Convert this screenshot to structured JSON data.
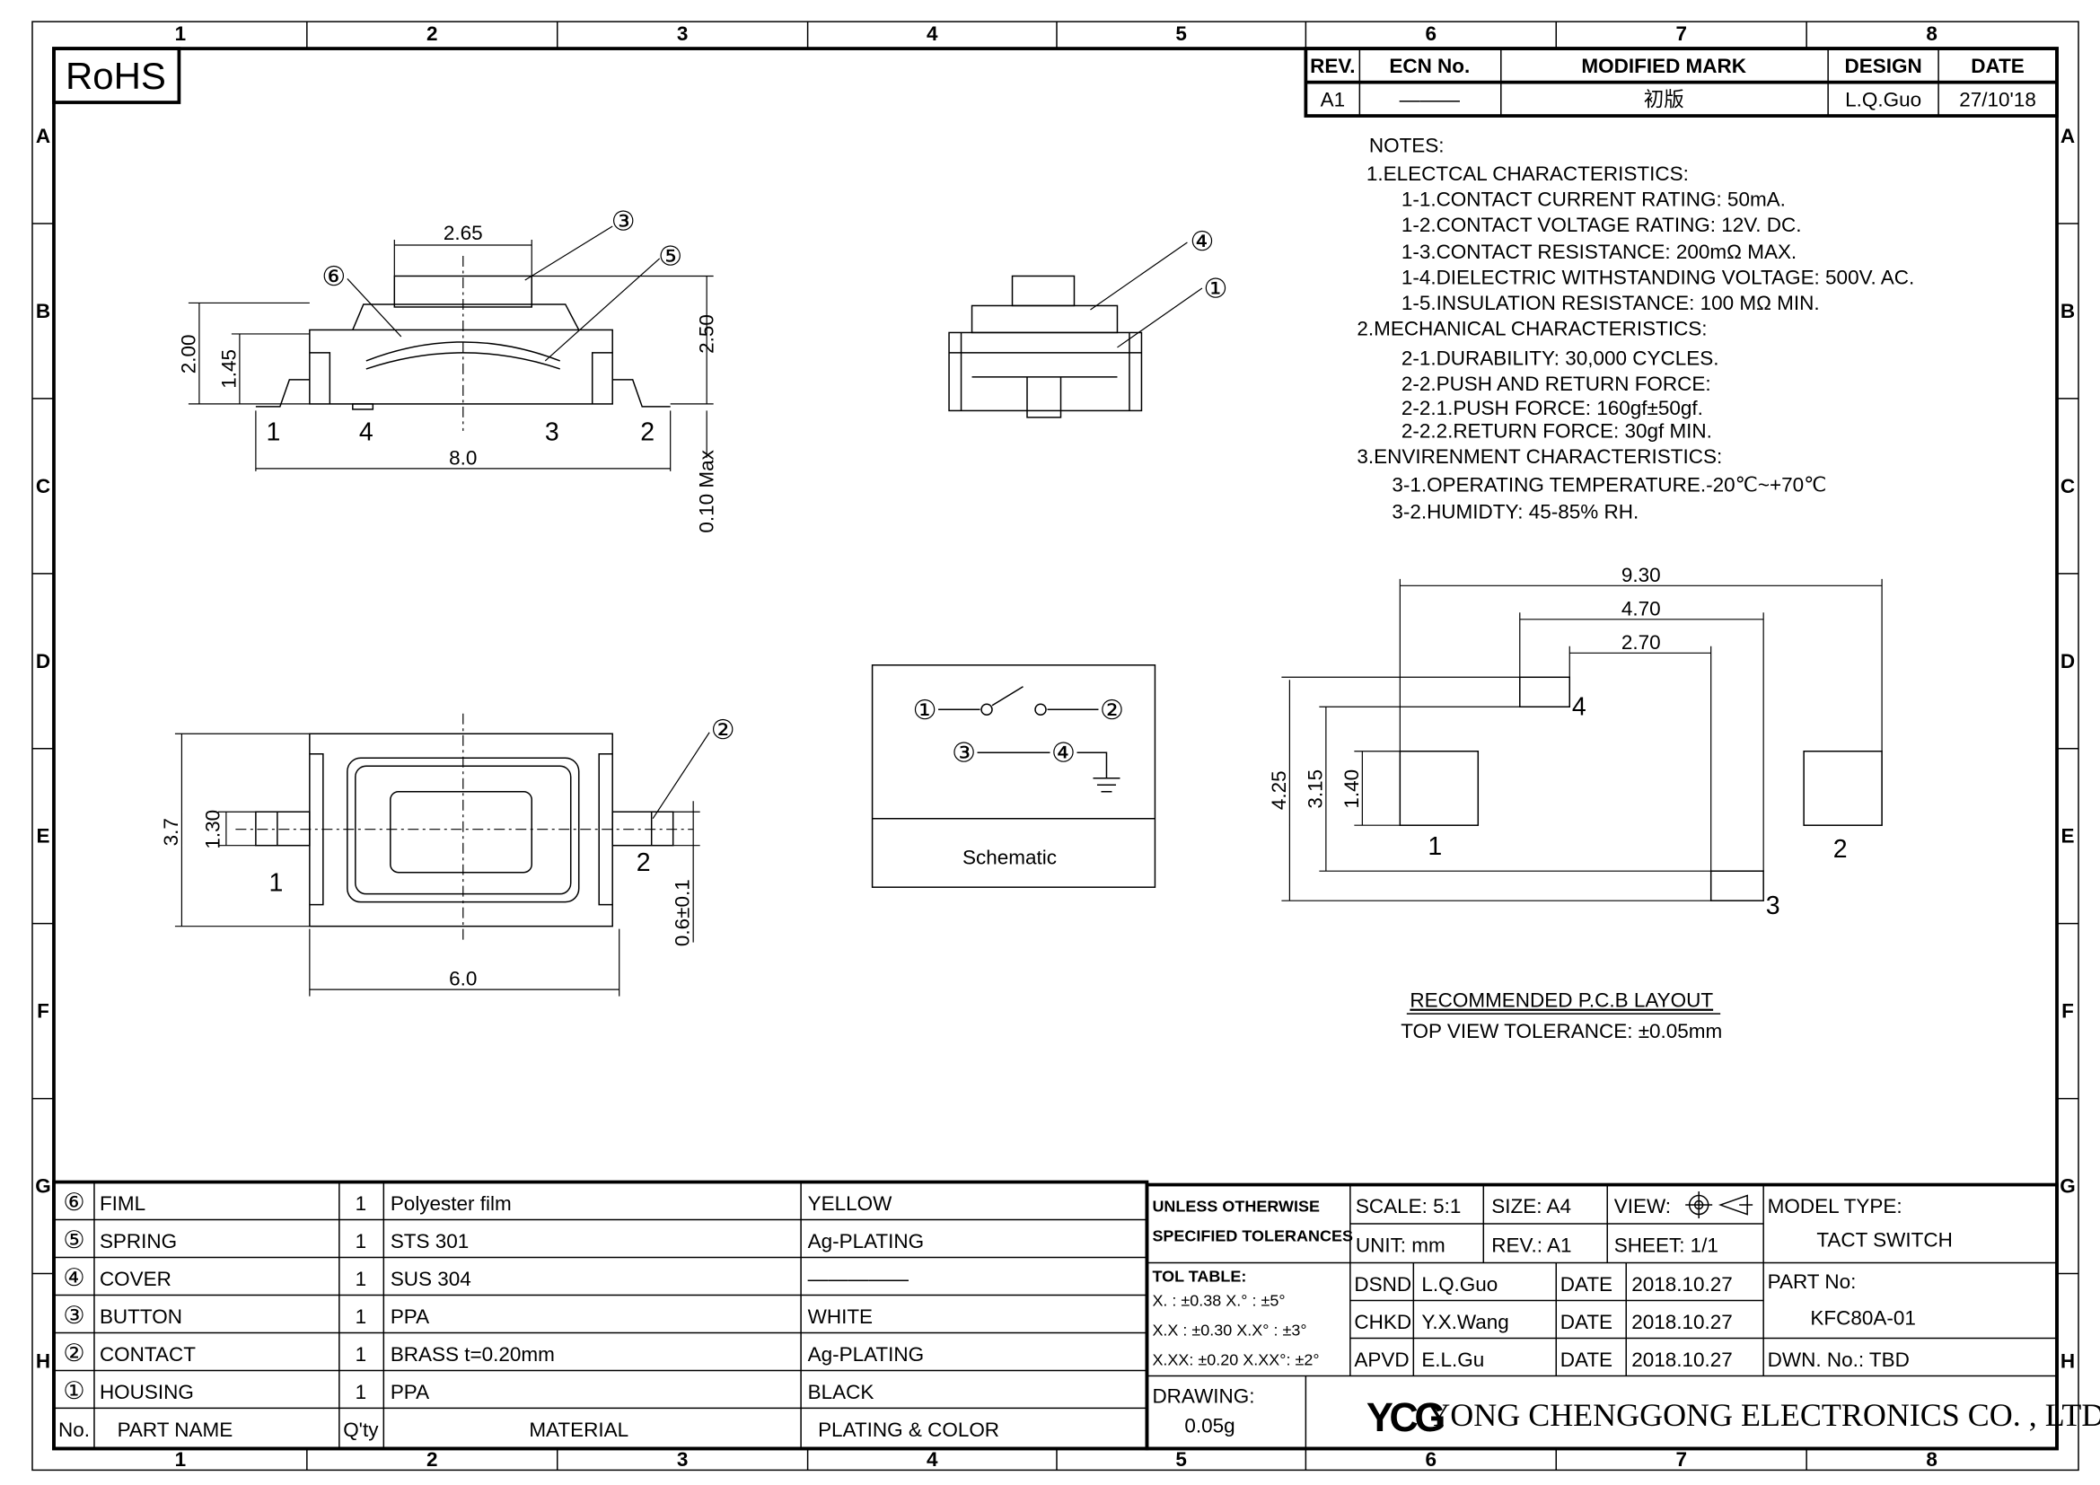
{
  "frame": {
    "cols": [
      "1",
      "2",
      "3",
      "4",
      "5",
      "6",
      "7",
      "8"
    ],
    "rows": [
      "A",
      "B",
      "C",
      "D",
      "E",
      "F",
      "G",
      "H"
    ]
  },
  "rohs": "RoHS",
  "revision_table": {
    "headers": [
      "REV.",
      "ECN No.",
      "MODIFIED MARK",
      "DESIGN",
      "DATE"
    ],
    "row": [
      "A1",
      "———",
      "初版",
      "L.Q.Guo",
      "27/10'18"
    ]
  },
  "notes": [
    "NOTES:",
    "1.ELECTCAL  CHARACTERISTICS:",
    "1-1.CONTACT  CURRENT  RATING:   50mA.",
    "1-2.CONTACT  VOLTAGE  RATING:  12V.  DC.",
    "1-3.CONTACT  RESISTANCE:  200mΩ  MAX.",
    "1-4.DIELECTRIC  WITHSTANDING  VOLTAGE:  500V.  AC.",
    "1-5.INSULATION  RESISTANCE:  100  MΩ  MIN.",
    "2.MECHANICAL  CHARACTERISTICS:",
    "2-1.DURABILITY: 30,000  CYCLES.",
    "2-2.PUSH  AND  RETURN  FORCE:",
    "2-2.1.PUSH  FORCE: 160gf±50gf.",
    "2-2.2.RETURN  FORCE: 30gf  MIN.",
    "3.ENVIRENMENT  CHARACTERISTICS:",
    "3-1.OPERATING  TEMPERATURE.-20℃~+70℃",
    "3-2.HUMIDTY: 45-85% RH."
  ],
  "side_view": {
    "dims": [
      "2.65",
      "2.00",
      "1.45",
      "2.50",
      "8.0",
      "0.10 Max"
    ],
    "pins": [
      "1",
      "4",
      "3",
      "2"
    ],
    "callouts": [
      "⑥",
      "③",
      "⑤"
    ]
  },
  "front_view": {
    "callouts": [
      "④",
      "①"
    ]
  },
  "top_view": {
    "dims": [
      "3.7",
      "1.30",
      "6.0",
      "0.6±0.1"
    ],
    "pins": [
      "1",
      "2"
    ],
    "callouts": [
      "②"
    ]
  },
  "schematic": {
    "label": "Schematic",
    "nodes": [
      "①",
      "②",
      "③",
      "④"
    ]
  },
  "pcb": {
    "dims": [
      "9.30",
      "4.70",
      "2.70",
      "4.25",
      "3.15",
      "1.40"
    ],
    "pads": [
      "1",
      "2",
      "3",
      "4"
    ],
    "title": "RECOMMENDED  P.C.B  LAYOUT",
    "subtitle": "TOP  VIEW  TOLERANCE: ±0.05mm"
  },
  "bom": {
    "headers": [
      "No.",
      "PART NAME",
      "Q'ty",
      "MATERIAL",
      "PLATING & COLOR"
    ],
    "rows": [
      [
        "⑥",
        "FIML",
        "1",
        "Polyester  film",
        "YELLOW"
      ],
      [
        "⑤",
        "SPRING",
        "1",
        "STS  301",
        "Ag-PLATING"
      ],
      [
        "④",
        "COVER",
        "1",
        "SUS  304",
        "—————"
      ],
      [
        "③",
        "BUTTON",
        "1",
        "PPA",
        "WHITE"
      ],
      [
        "②",
        "CONTACT",
        "1",
        "BRASS  t=0.20mm",
        "Ag-PLATING"
      ],
      [
        "①",
        "HOUSING",
        "1",
        "PPA",
        "BLACK"
      ]
    ]
  },
  "title_block": {
    "tol1": "UNLESS  OTHERWISE",
    "tol2": "SPECIFIED  TOLERANCES",
    "scale": "SCALE: 5:1",
    "size": "SIZE:  A4",
    "view": "VIEW:",
    "unit": "UNIT:  mm",
    "rev": "REV.:  A1",
    "sheet": "SHEET:  1/1",
    "model_label": "MODEL  TYPE:",
    "model": "TACT  SWITCH",
    "tol_table": "TOL  TABLE:",
    "tol_rows": [
      "X.   :  ±0.38     X.°   : ±5°",
      "X.X  :  ±0.30    X.X° : ±3°",
      "X.XX:  ±0.20    X.XX°: ±2°"
    ],
    "sign": [
      [
        "DSND",
        "L.Q.Guo",
        "DATE",
        "2018.10.27"
      ],
      [
        "CHKD",
        "Y.X.Wang",
        "DATE",
        "2018.10.27"
      ],
      [
        "APVD",
        "E.L.Gu",
        "DATE",
        "2018.10.27"
      ]
    ],
    "part_label": "PART  No:",
    "part": "KFC80A-01",
    "dwn": "DWN.  No.:  TBD",
    "drawing_label": "DRAWING:",
    "weight": "0.05g",
    "logo": "YCG",
    "company": "YONG  CHENGGONG  ELECTRONICS  CO. , LTD."
  }
}
